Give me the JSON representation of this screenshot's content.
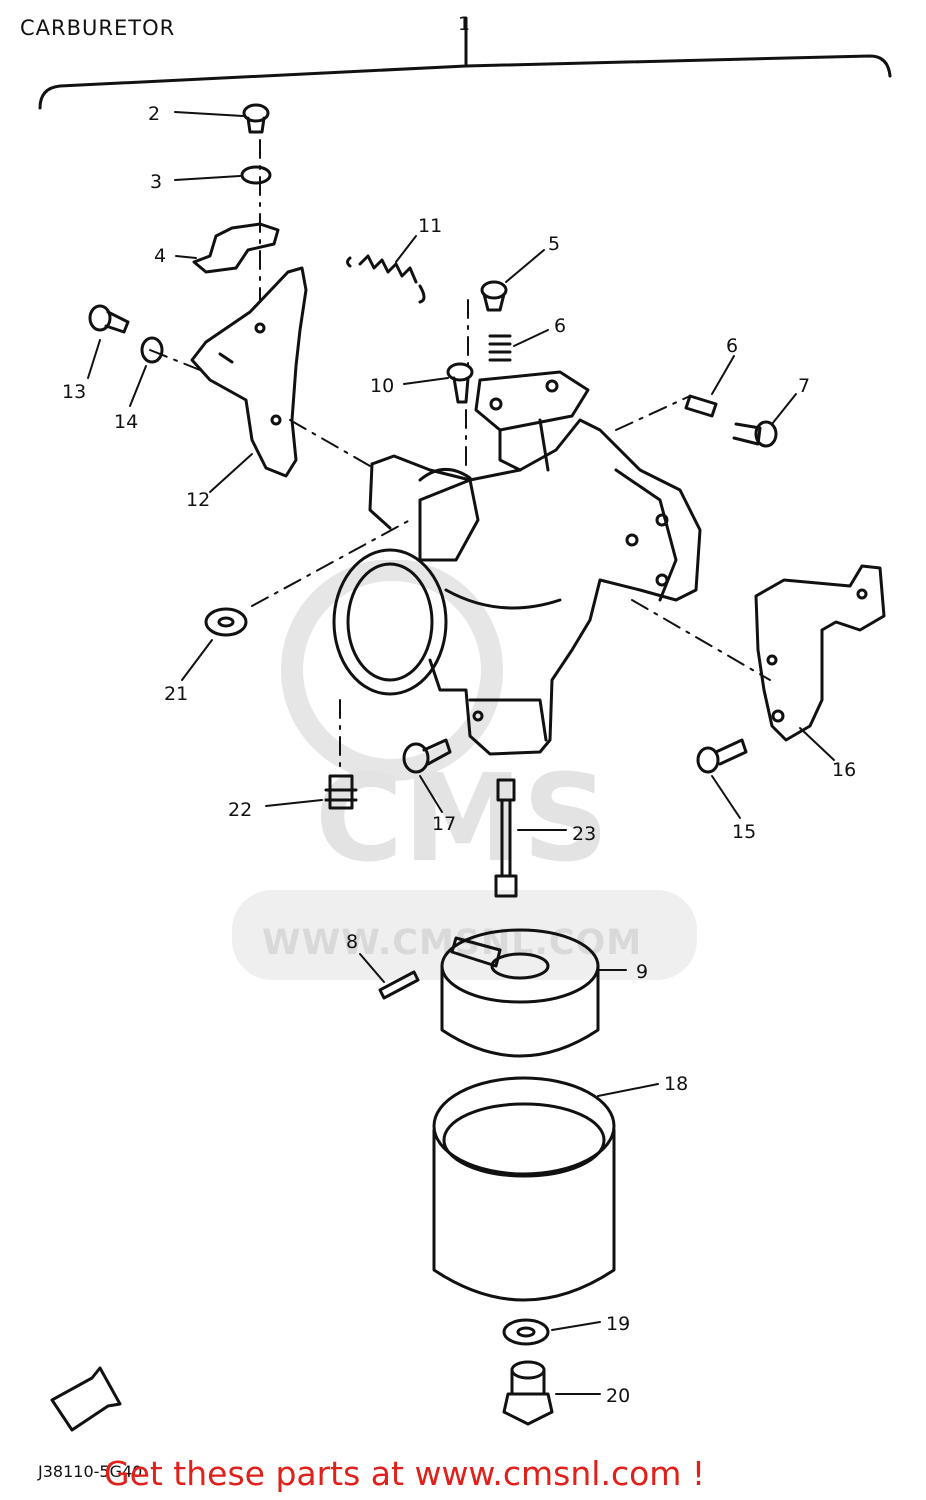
{
  "page": {
    "title": "CARBURETOR",
    "diagram_code": "J38110-5G40",
    "promo_text": "Get these parts at www.cmsnl.com !",
    "watermark": "WWW.CMSNL.COM",
    "assembly_ref": "1"
  },
  "callouts": [
    "2",
    "3",
    "4",
    "5",
    "6",
    "6",
    "7",
    "8",
    "9",
    "10",
    "11",
    "12",
    "13",
    "14",
    "15",
    "16",
    "17",
    "18",
    "19",
    "20",
    "21",
    "22",
    "23"
  ],
  "parts": [
    "screw",
    "washer",
    "clamp",
    "spring",
    "bracket",
    "carburetor-body",
    "float",
    "float-bowl",
    "bolt"
  ],
  "colors": {
    "ink": "#111111",
    "promo": "#e0201a",
    "watermark": "#d9d9d9"
  }
}
